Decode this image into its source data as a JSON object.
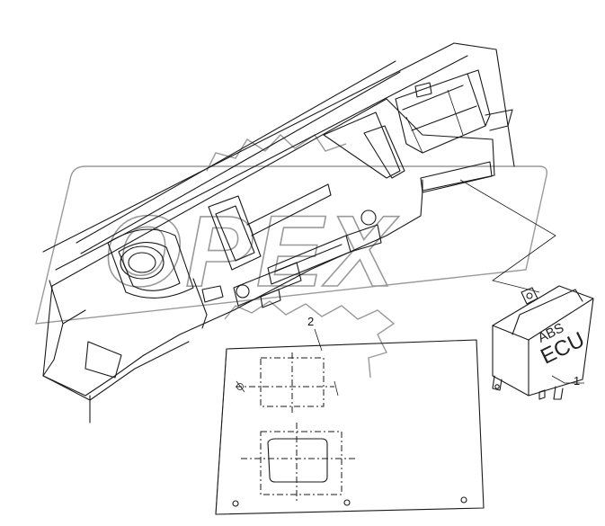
{
  "callouts": {
    "abs_ecu": "1",
    "bracket": "2"
  },
  "ecu_label": {
    "line1": "ABS",
    "line2": "ECU"
  },
  "watermark": {
    "text": "OPEX"
  },
  "colors": {
    "line": "#1a1a1a",
    "watermark": "#9a9a9a",
    "background": "#ffffff"
  }
}
